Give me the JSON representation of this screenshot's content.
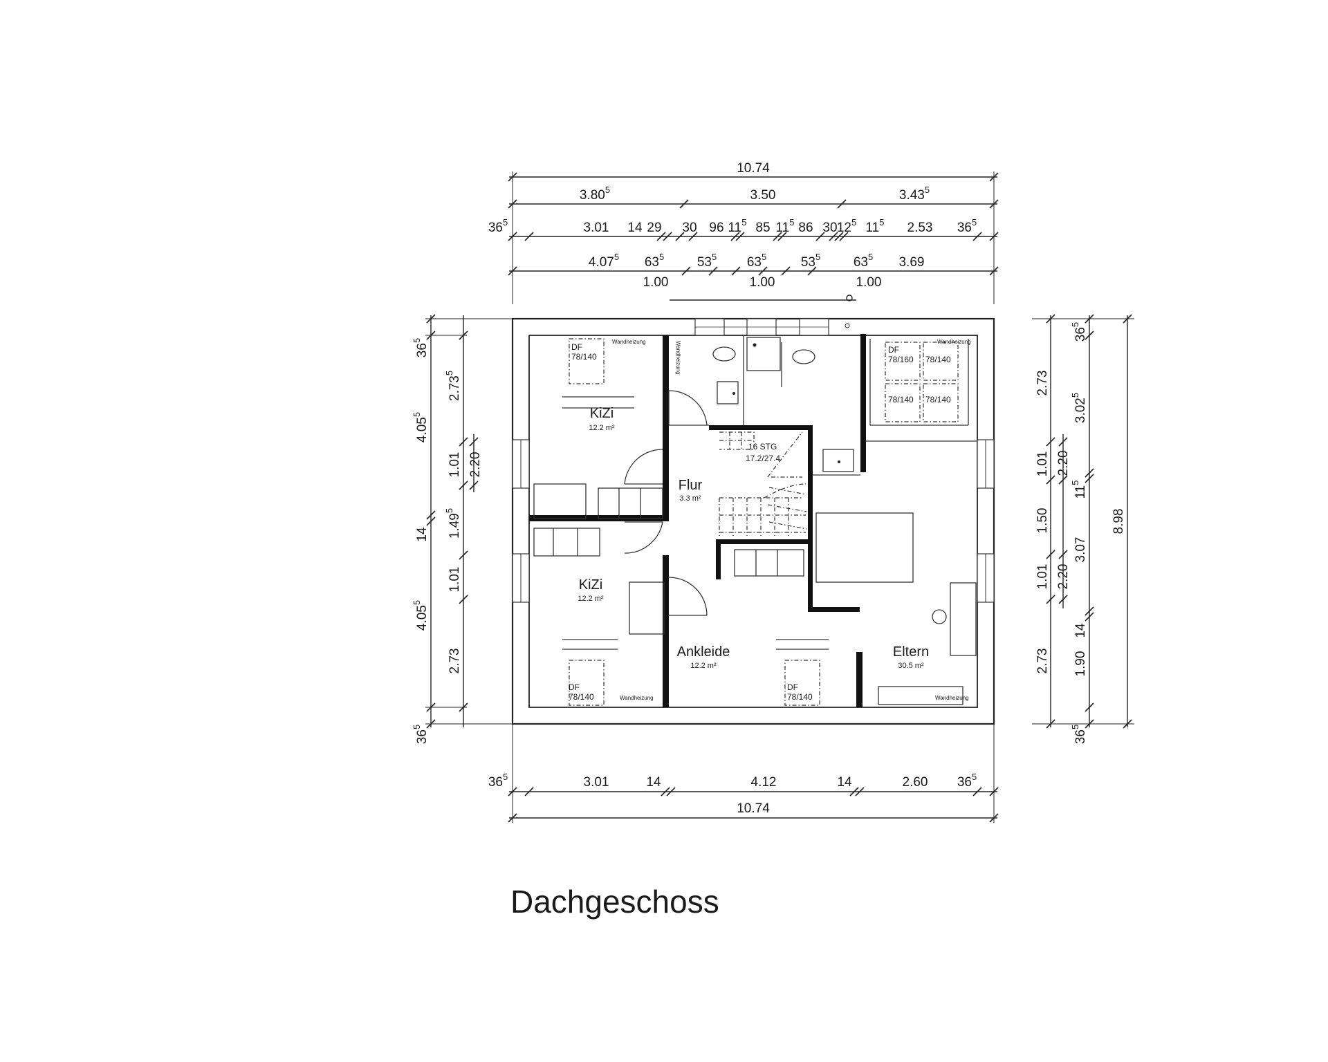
{
  "plan_title": "Dachgeschoss",
  "dims": {
    "top_total": "10.74",
    "top_row2": [
      {
        "main": "3.80",
        "sup": "5"
      },
      {
        "main": "3.50",
        "sup": ""
      },
      {
        "main": "3.43",
        "sup": "5"
      }
    ],
    "top_row3": [
      {
        "main": "36",
        "sup": "5"
      },
      {
        "main": "3.01",
        "sup": ""
      },
      {
        "main": "14",
        "sup": ""
      },
      {
        "main": "29",
        "sup": ""
      },
      {
        "main": "30",
        "sup": ""
      },
      {
        "main": "96",
        "sup": ""
      },
      {
        "main": "11",
        "sup": "5"
      },
      {
        "main": "85",
        "sup": ""
      },
      {
        "main": "11",
        "sup": "5"
      },
      {
        "main": "86",
        "sup": ""
      },
      {
        "main": "30",
        "sup": ""
      },
      {
        "main": "12",
        "sup": "5"
      },
      {
        "main": "11",
        "sup": "5"
      },
      {
        "main": "2.53",
        "sup": ""
      },
      {
        "main": "36",
        "sup": "5"
      }
    ],
    "top_row4": [
      {
        "main": "4.07",
        "sup": "5"
      },
      {
        "main": "63",
        "sup": "5"
      },
      {
        "main": "53",
        "sup": "5"
      },
      {
        "main": "63",
        "sup": "5"
      },
      {
        "main": "53",
        "sup": "5"
      },
      {
        "main": "63",
        "sup": "5"
      },
      {
        "main": "3.69",
        "sup": ""
      }
    ],
    "top_row5": [
      "1.00",
      "1.00",
      "1.00"
    ],
    "bottom_row1": [
      {
        "main": "36",
        "sup": "5"
      },
      {
        "main": "3.01",
        "sup": ""
      },
      {
        "main": "14",
        "sup": ""
      },
      {
        "main": "4.12",
        "sup": ""
      },
      {
        "main": "14",
        "sup": ""
      },
      {
        "main": "2.60",
        "sup": ""
      },
      {
        "main": "36",
        "sup": "5"
      }
    ],
    "bottom_total": "10.74",
    "left_outer": [
      {
        "main": "36",
        "sup": "5"
      },
      {
        "main": "4.05",
        "sup": "5"
      },
      {
        "main": "14",
        "sup": ""
      },
      {
        "main": "4.05",
        "sup": "5"
      },
      {
        "main": "36",
        "sup": "5"
      }
    ],
    "left_mid": [
      {
        "main": "2.73",
        "sup": "5"
      },
      {
        "main": "1.01",
        "sup": ""
      },
      {
        "main": "1.49",
        "sup": "5"
      },
      {
        "main": "1.01",
        "sup": ""
      },
      {
        "main": "2.73",
        "sup": ""
      }
    ],
    "left_inner": [
      {
        "main": "2.20",
        "sup": ""
      }
    ],
    "right_inner": [
      {
        "main": "2.73",
        "sup": ""
      },
      {
        "main": "1.01",
        "sup": ""
      },
      {
        "main": "1.50",
        "sup": ""
      },
      {
        "main": "1.01",
        "sup": ""
      },
      {
        "main": "2.73",
        "sup": ""
      }
    ],
    "right_mid": [
      {
        "main": "2.20",
        "sup": ""
      },
      {
        "main": "2.20",
        "sup": ""
      }
    ],
    "right_outer": [
      {
        "main": "36",
        "sup": "5"
      },
      {
        "main": "3.02",
        "sup": "5"
      },
      {
        "main": "11",
        "sup": "5"
      },
      {
        "main": "3.07",
        "sup": ""
      },
      {
        "main": "14",
        "sup": ""
      },
      {
        "main": "1.90",
        "sup": ""
      },
      {
        "main": "36",
        "sup": "5"
      }
    ],
    "right_total": "8.98"
  },
  "rooms": [
    {
      "name": "KiZi",
      "area": "12.2 m²"
    },
    {
      "name": "KiZi",
      "area": "12.2 m²"
    },
    {
      "name": "Flur",
      "area": "3.3 m²"
    },
    {
      "name": "Ankleide",
      "area": "12.2 m²"
    },
    {
      "name": "Eltern",
      "area": "30.5 m²"
    }
  ],
  "labels": {
    "wandheizung": "Wandheizung",
    "df": "DF",
    "df_size": "78/140",
    "df_size_alt": "78/160",
    "stair_count": "16 STG",
    "stair_ratio": "17.2/27.4"
  }
}
